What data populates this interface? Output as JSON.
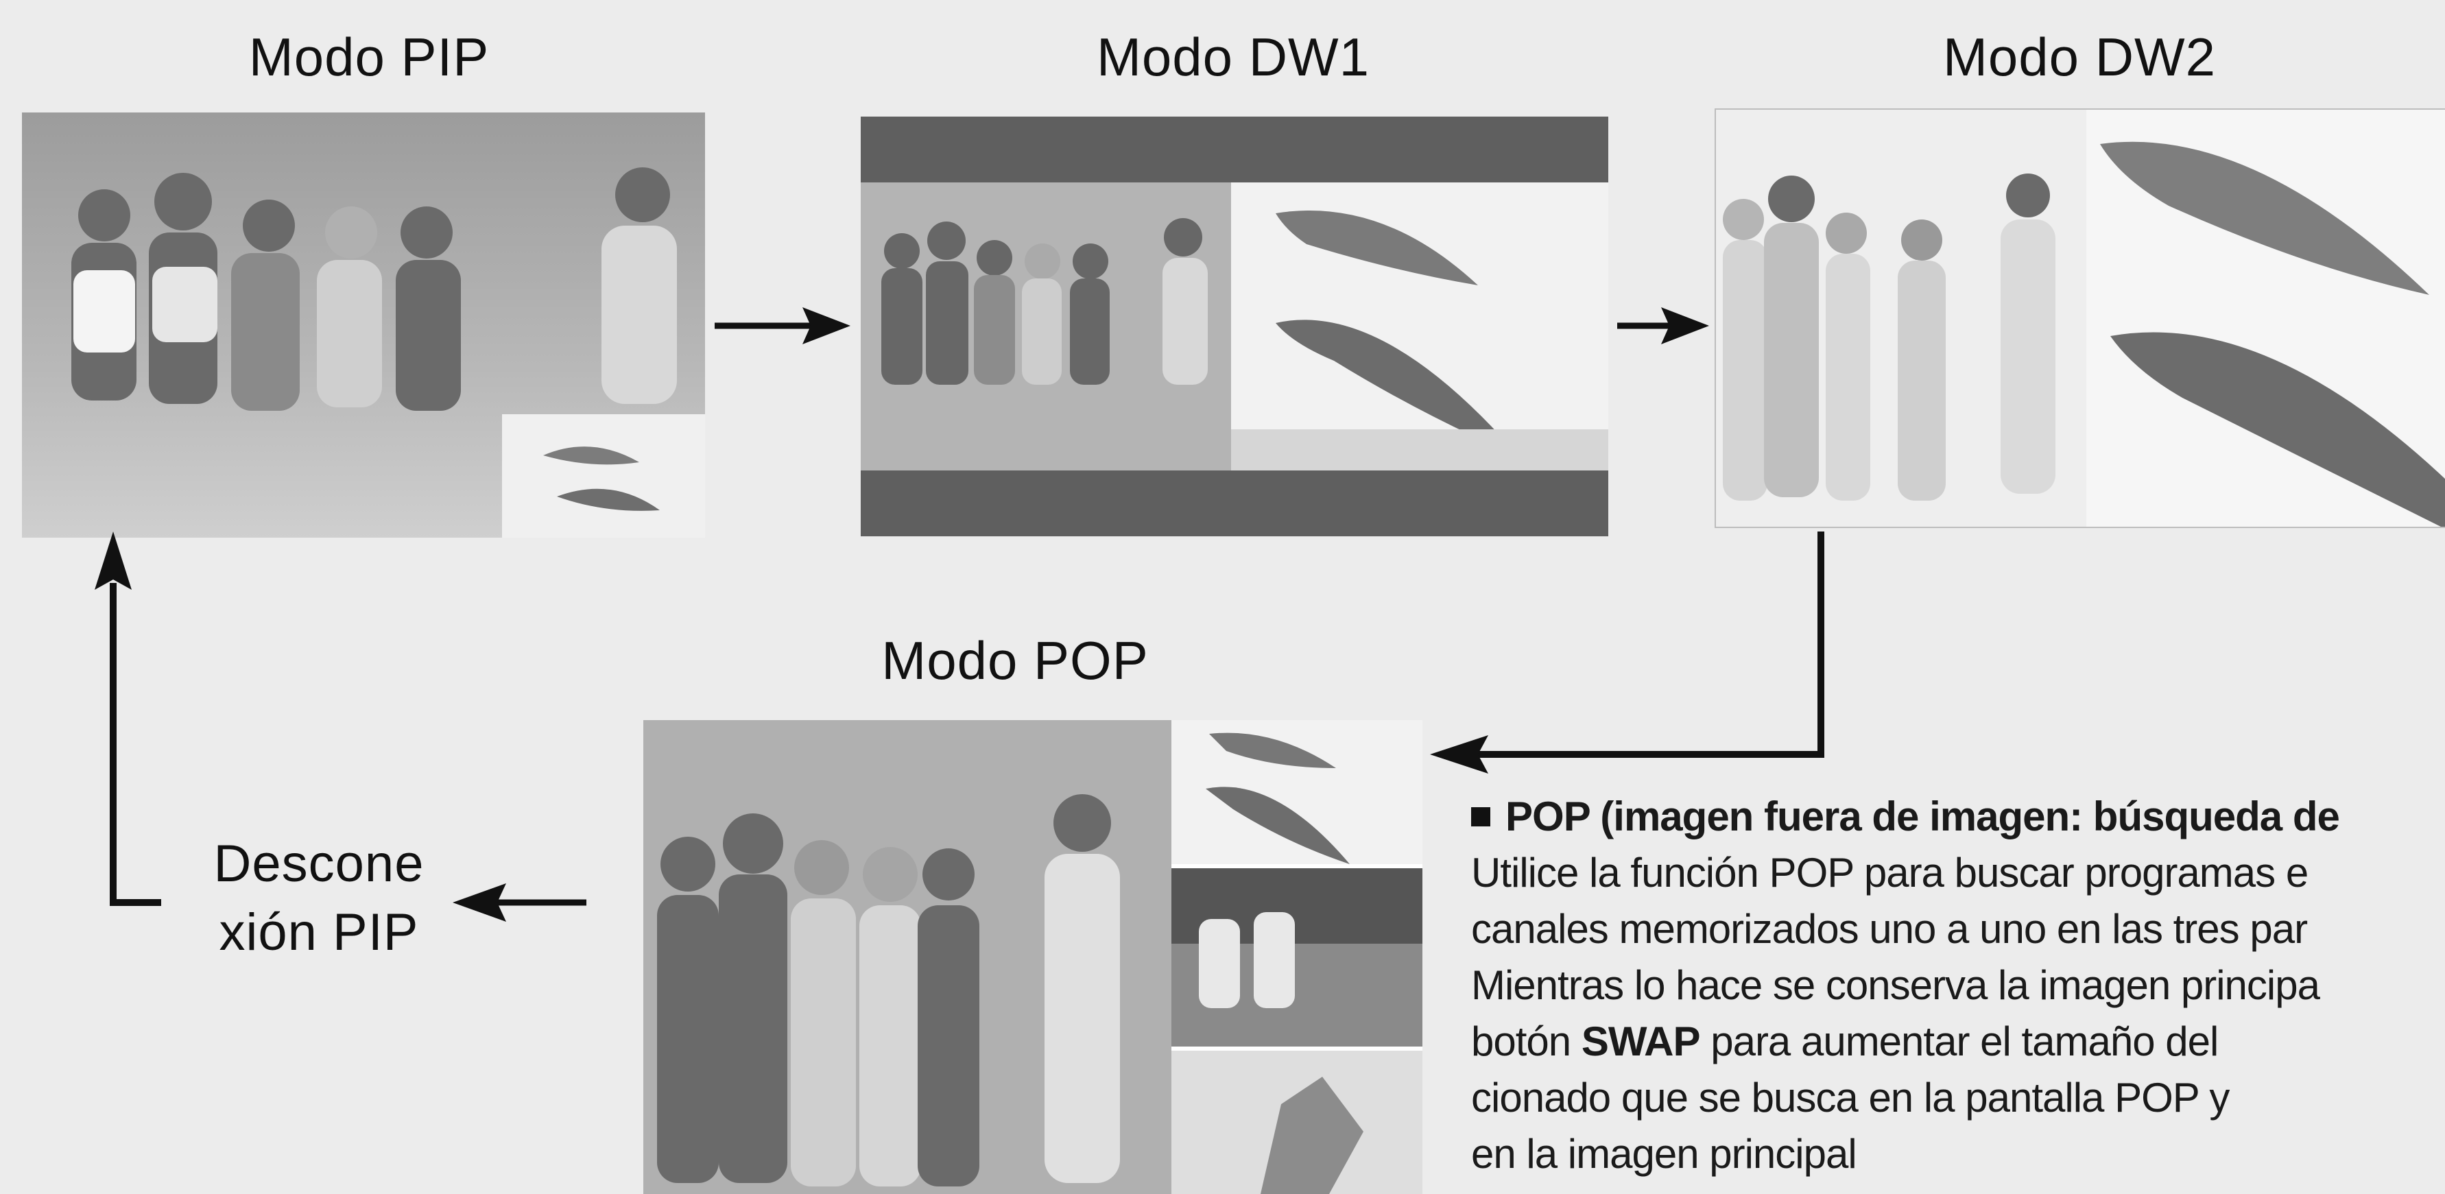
{
  "labels": {
    "pip": "Modo PIP",
    "dw1": "Modo DW1",
    "dw2": "Modo DW2",
    "pop": "Modo POP",
    "disconnect_line1": "Descone",
    "disconnect_line2": "xión PIP"
  },
  "info": {
    "heading": "POP (imagen fuera de imagen: búsqueda de",
    "line1": "Utilice la función POP para buscar programas e",
    "line2": "canales memorizados uno a uno en las tres par",
    "line3": "Mientras lo hace se conserva la imagen principa",
    "line4_pre": "botón ",
    "line4_bold": "SWAP",
    "line4_post": " para aumentar el tamaño del",
    "line5": "cionado que se busca en la pantalla POP y",
    "line6": "en la imagen principal"
  },
  "icons": [
    "arrow-right-icon",
    "arrow-left-icon",
    "arrow-up-icon",
    "bullet-square-icon"
  ],
  "colors": {
    "background": "#ececec",
    "letterbox_bar": "#5f5f5f",
    "arrow": "#111111"
  }
}
